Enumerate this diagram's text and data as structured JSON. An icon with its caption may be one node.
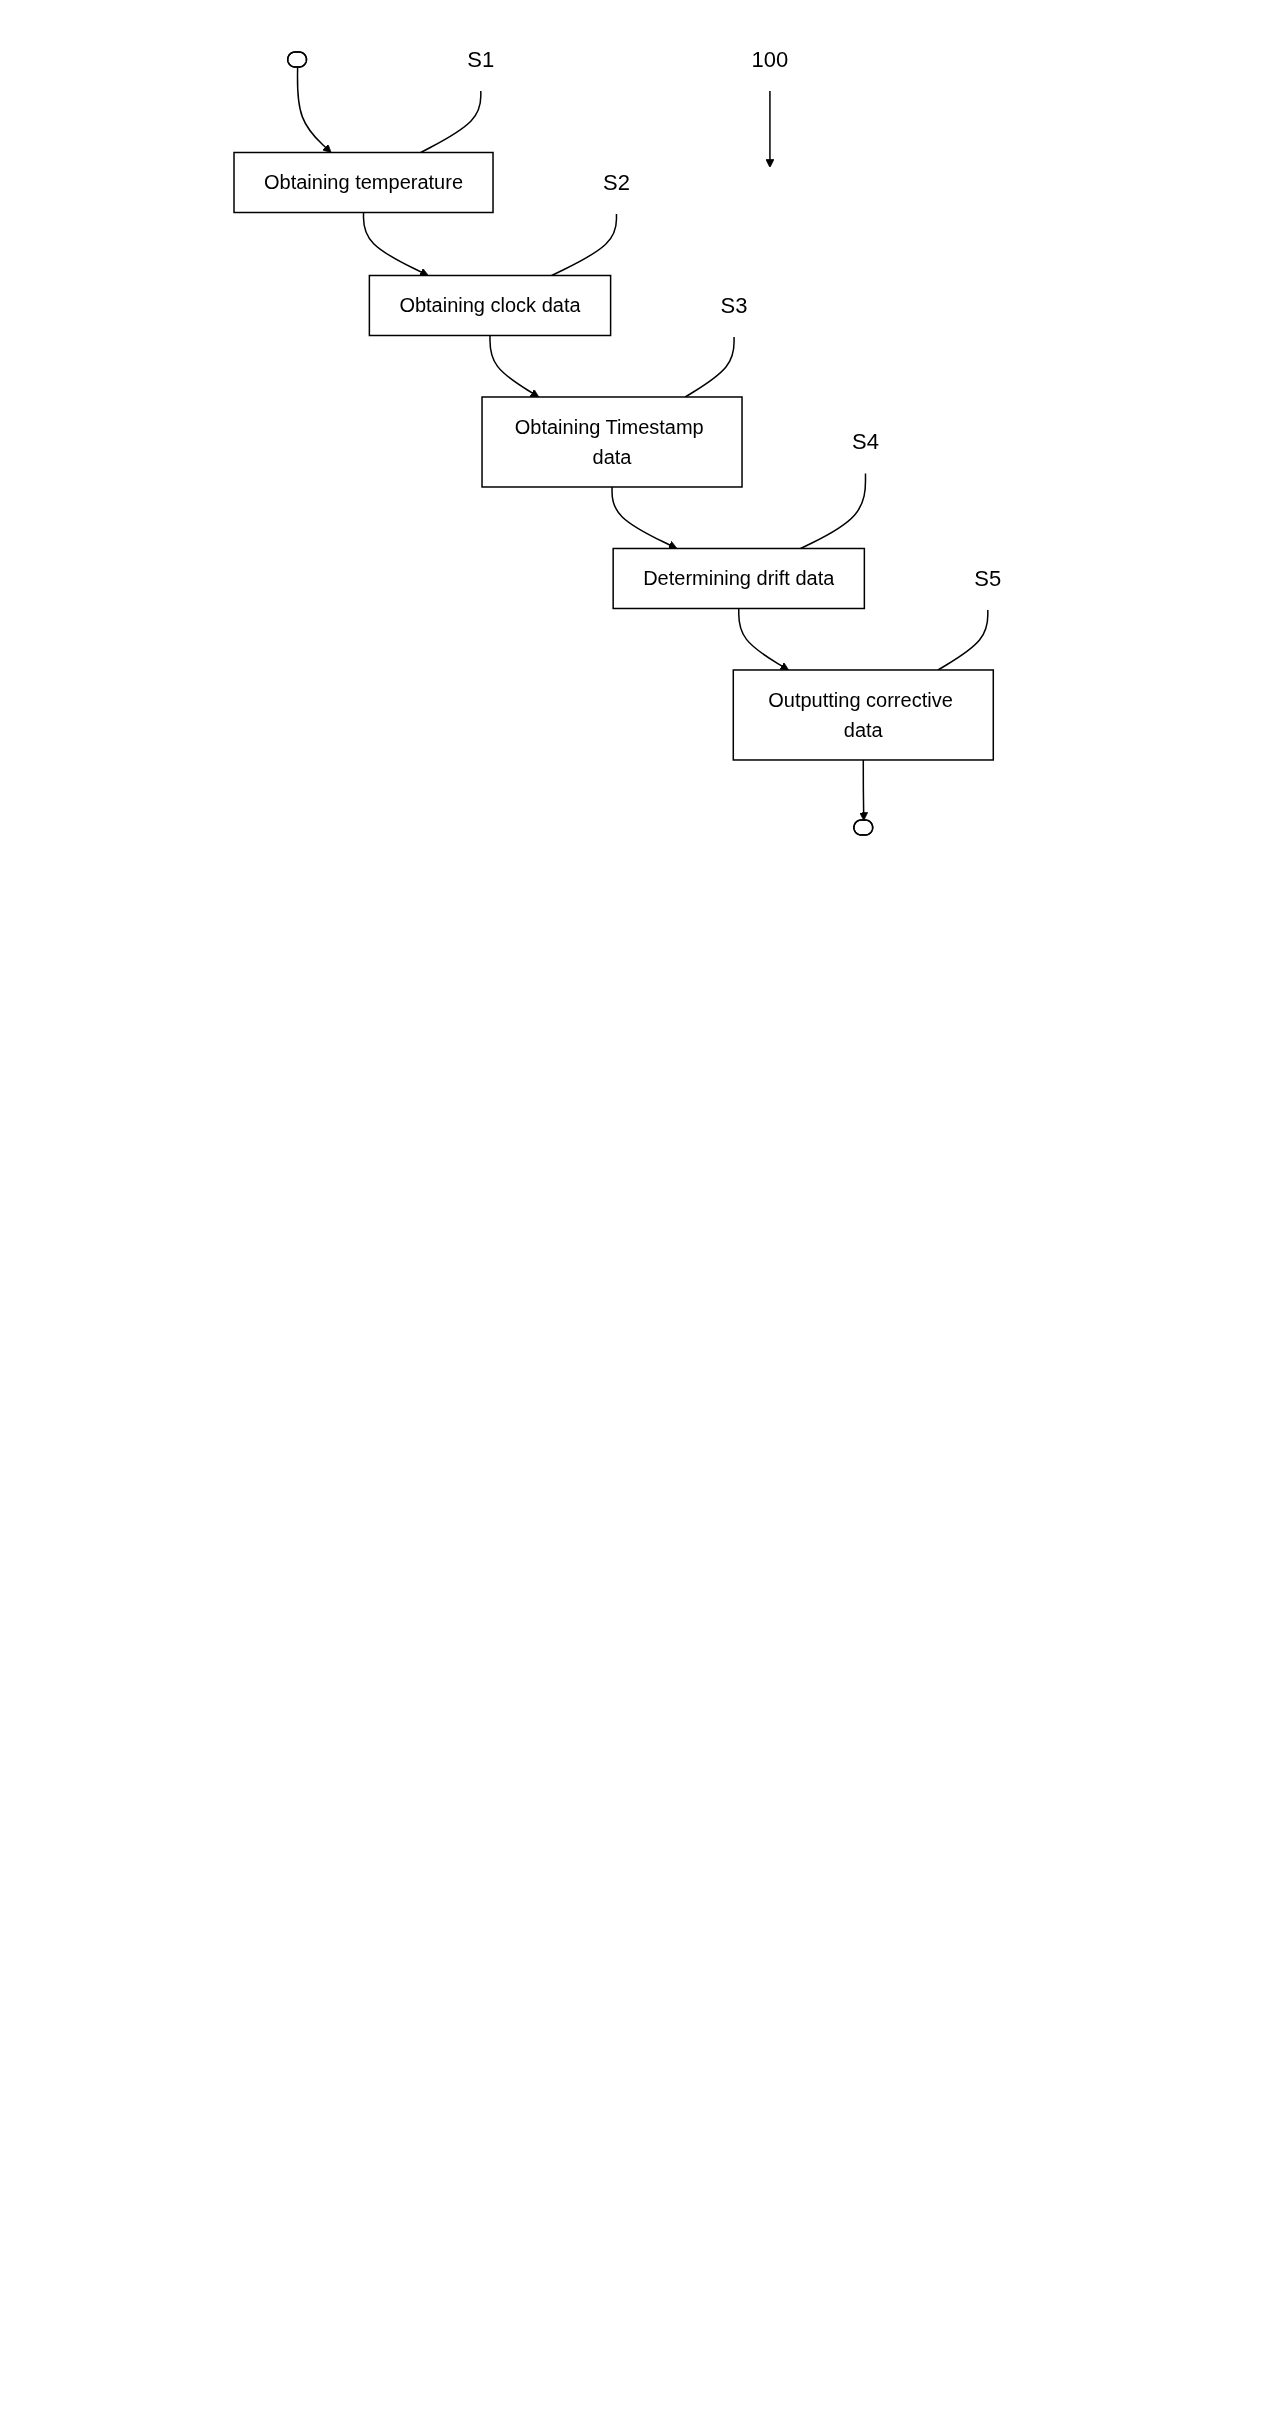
{
  "diagram": {
    "nodes": [
      {
        "text": [],
        "shape": "stadium"
      },
      {
        "text": [
          "100"
        ]
      },
      {
        "text": [
          "Obtaining temperature"
        ]
      },
      {
        "text": [
          "S1"
        ]
      },
      {
        "text": [
          "Obtaining clock data"
        ]
      },
      {
        "text": [
          "S2"
        ]
      },
      {
        "text": [
          "Obtaining Timestamp data"
        ]
      },
      {
        "text": [
          "S3"
        ]
      },
      {
        "text": [
          "Determining drift data"
        ]
      },
      {
        "text": [
          "S4"
        ]
      },
      {
        "text": [
          "Outputting corrective data"
        ]
      },
      {
        "text": [
          "S5"
        ]
      },
      {
        "text": [],
        "shape": "stadium"
      }
    ],
    "edges": [
      {
        "from": 0,
        "to": 2,
        "arrow": "to"
      },
      {
        "from": 1,
        "to": null,
        "arrow": "to"
      },
      {
        "from": 3,
        "to": 2,
        "arrow": "none"
      },
      {
        "from": 2,
        "to": 4,
        "arrow": "to"
      },
      {
        "from": 5,
        "to": 4,
        "arrow": "none"
      },
      {
        "from": 4,
        "to": 6,
        "arrow": "to"
      },
      {
        "from": 7,
        "to": 6,
        "arrow": "none"
      },
      {
        "from": 6,
        "to": 8,
        "arrow": "to"
      },
      {
        "from": 9,
        "to": 8,
        "arrow": "none"
      },
      {
        "from": 8,
        "to": 10,
        "arrow": "to"
      },
      {
        "from": 11,
        "to": 10,
        "arrow": "none"
      },
      {
        "from": 10,
        "to": 12,
        "arrow": "to"
      }
    ]
  }
}
